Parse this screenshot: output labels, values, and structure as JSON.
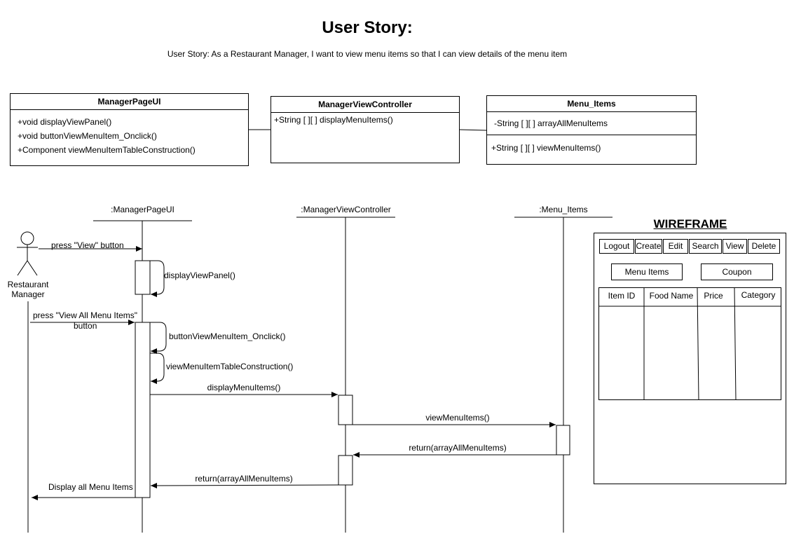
{
  "title": "User Story:",
  "subtitle": "User Story: As a Restaurant Manager, I want to view menu items so that I can view details of the menu item",
  "classes": {
    "manager_page_ui": {
      "name": "ManagerPageUI",
      "methods": [
        "+void displayViewPanel()",
        "+void buttonViewMenuItem_Onclick()",
        "+Component viewMenuItemTableConstruction()"
      ]
    },
    "manager_view_controller": {
      "name": "ManagerViewController",
      "methods": [
        "+String [ ][ ] displayMenuItems()"
      ]
    },
    "menu_items": {
      "name": "Menu_Items",
      "attributes": [
        "-String [ ][ ] arrayAllMenuItems"
      ],
      "methods": [
        "+String [ ][ ] viewMenuItems()"
      ]
    }
  },
  "sequence": {
    "lifelines": [
      ":ManagerPageUI",
      ":ManagerViewController",
      ":Menu_Items"
    ],
    "actor": "Restaurant Manager",
    "messages": {
      "press_view": "press \"View\" button",
      "display_view_panel": "displayViewPanel()",
      "press_view_all": "press \"View All Menu Items\"",
      "press_view_all_2": "button",
      "button_onclick": "buttonViewMenuItem_Onclick()",
      "table_construction": "viewMenuItemTableConstruction()",
      "display_menu_items": "displayMenuItems()",
      "view_menu_items": "viewMenuItems()",
      "return_1": "return(arrayAllMenuItems)",
      "return_2": "return(arrayAllMenuItems)",
      "display_all": "Display all Menu Items"
    }
  },
  "wireframe": {
    "title": "WIREFRAME",
    "buttons": [
      "Logout",
      "Create",
      "Edit",
      "Search",
      "View",
      "Delete"
    ],
    "tabs": [
      "Menu Items",
      "Coupon"
    ],
    "columns": [
      "Item ID",
      "Food Name",
      "Price",
      "Category"
    ]
  }
}
